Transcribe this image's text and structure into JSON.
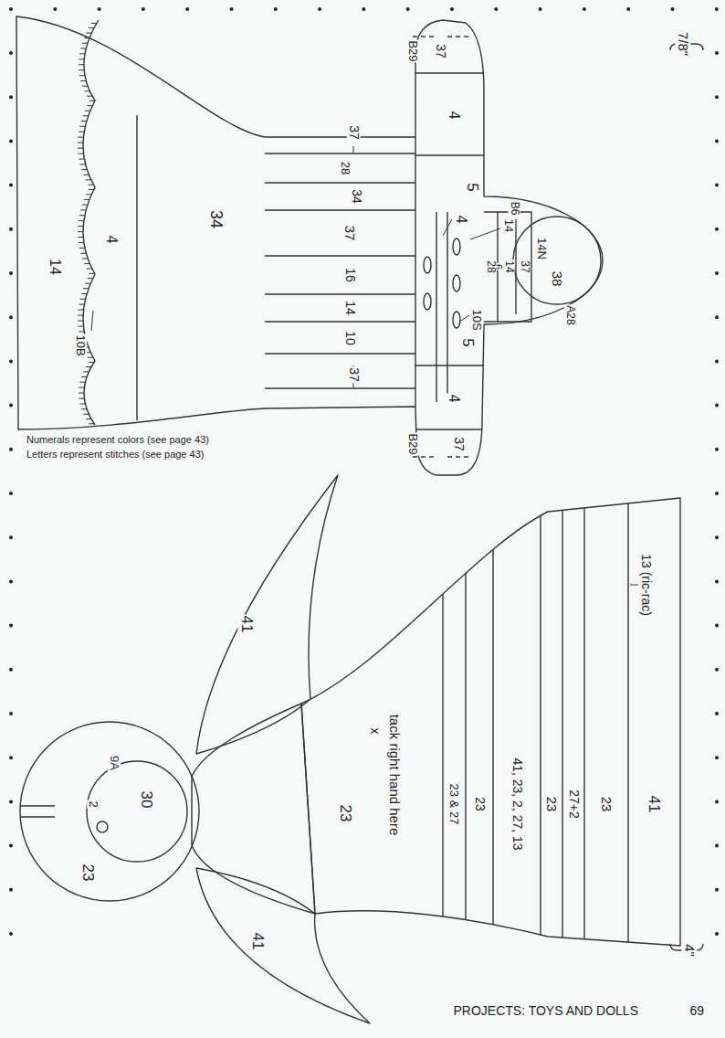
{
  "diagram": {
    "labels": [
      "7/8\"",
      "37",
      "B29",
      "4",
      "5",
      "B6",
      "14N",
      "38",
      "A28",
      "14",
      "37",
      "14",
      "6",
      "28",
      "4",
      "10S",
      "5",
      "4",
      "37",
      "B29",
      "37",
      "28",
      "34",
      "37",
      "16",
      "14",
      "10",
      "37",
      "34",
      "14",
      "4",
      "10B",
      "Numerals represent colors (see page 43)",
      "Letters represent stitches (see page 43)",
      "41",
      "13 (ric-rac)",
      "23",
      "27+2",
      "23",
      "41, 23, 2, 27, 13",
      "23",
      "23 & 27",
      "x",
      "tack right hand here",
      "23",
      "41",
      "41",
      "30",
      "23",
      "9A",
      "2",
      "4\"",
      "PROJECTS: TOYS AND DOLLS",
      "69"
    ]
  }
}
